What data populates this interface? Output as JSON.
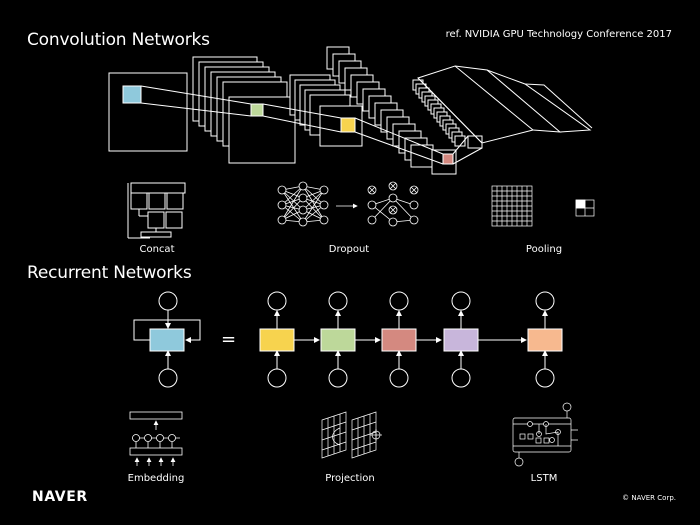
{
  "header": {
    "conv_title": "Convolution Networks",
    "reference": "ref. NVIDIA GPU Technology Conference 2017",
    "rnn_title": "Recurrent Networks"
  },
  "conv_components": [
    "Concat",
    "Dropout",
    "Pooling"
  ],
  "rnn_components": [
    "Embedding",
    "Projection",
    "LSTM"
  ],
  "rnn_equals": "=",
  "rnn_cell_colors": [
    "#f7d34e",
    "#bdd89a",
    "#d48980",
    "#c8b6db",
    "#f7b98f"
  ],
  "rnn_folded_color": "#8fc9dc",
  "conv_highlight_colors": [
    "#8fc9dc",
    "#bdd89a",
    "#f7d34e",
    "#d48980"
  ],
  "footer": {
    "brand": "NAVER",
    "copyright": "© NAVER Corp."
  }
}
